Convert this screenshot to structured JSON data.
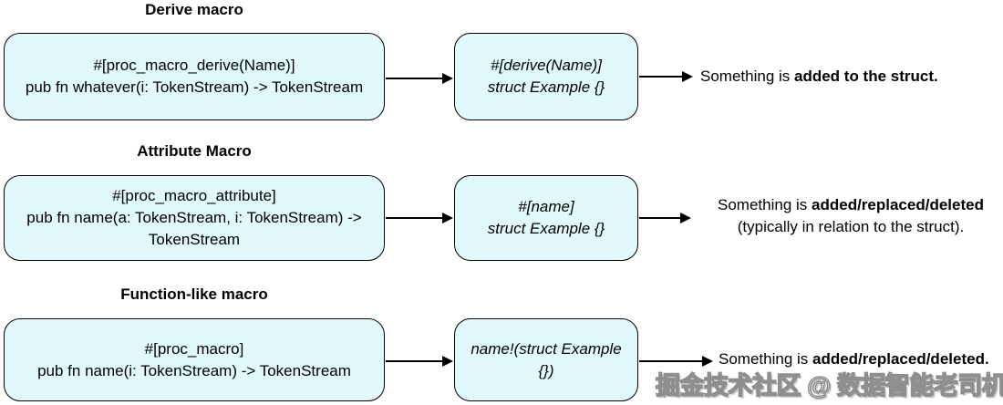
{
  "colors": {
    "box_fill": "#e1f9fc",
    "box_border": "#000000",
    "watermark_gray": "#8f8f8f"
  },
  "rows": [
    {
      "title": "Derive macro",
      "source_box": {
        "lines": [
          "#[proc_macro_derive(Name)]",
          "pub fn whatever(i: TokenStream) -> TokenStream"
        ]
      },
      "usage_box": {
        "lines": [
          "#[derive(Name)]",
          "struct Example {}"
        ]
      },
      "result": {
        "prefix": "Something is ",
        "bold": "added to the struct."
      }
    },
    {
      "title": "Attribute Macro",
      "source_box": {
        "lines": [
          "#[proc_macro_attribute]",
          "pub fn name(a: TokenStream, i: TokenStream) ->",
          "TokenStream"
        ]
      },
      "usage_box": {
        "lines": [
          "#[name]",
          "struct Example {}"
        ]
      },
      "result": {
        "prefix": "Something is ",
        "bold": "added/replaced/deleted",
        "line2": "(typically in relation to the struct)."
      }
    },
    {
      "title": "Function-like macro",
      "source_box": {
        "lines": [
          "#[proc_macro]",
          "pub fn name(i: TokenStream) -> TokenStream"
        ]
      },
      "usage_box": {
        "lines": [
          "name!(struct Example",
          "{})"
        ]
      },
      "result": {
        "prefix": "Something is ",
        "bold": "added/replaced/deleted."
      }
    }
  ],
  "watermark": "掘金技术社区 @ 数据智能老司机"
}
